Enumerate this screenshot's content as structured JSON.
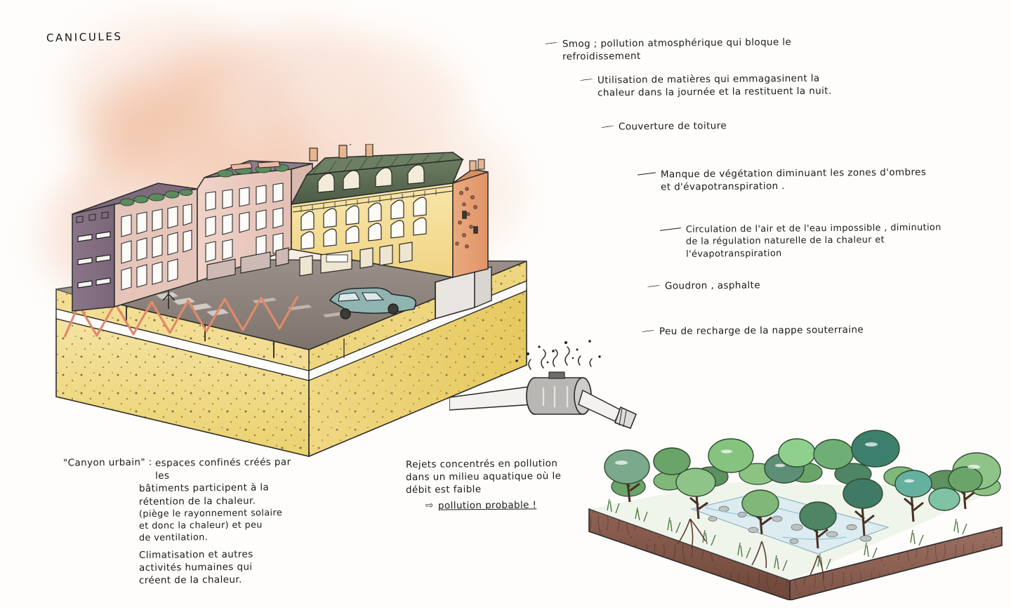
{
  "document": {
    "title": "CANICULES",
    "kind": "illustration-coupe-urbaine"
  },
  "palette": {
    "smog_light": "#f7ded2",
    "smog_mid": "#f3cbb4",
    "smog_warm": "#efbb9c",
    "soil_sand": "#f2dc8e",
    "soil_sand_dark": "#e8cd6e",
    "asphalt": "#8b8079",
    "asphalt_dark": "#6f6660",
    "building_purple": "#8d7a8c",
    "building_pink": "#e8c7bd",
    "building_yellow": "#f5dc94",
    "building_orange": "#e8a277",
    "roof_zinc": "#5d6f55",
    "heat_red": "#e08a6a",
    "forest_soil": "#8a6253",
    "tree_green_dark": "#4e7f63",
    "tree_green_mid": "#6fae74",
    "tree_green_light": "#9fd08a",
    "water_blue": "#cfe4ef",
    "ink": "#1a1a1a",
    "pipe_grey": "#9a9a98",
    "car_teal": "#7fa9a8"
  },
  "annotations_right": [
    {
      "id": "smog",
      "text": "Smog ; pollution atmosphérique qui bloque le refroidissement"
    },
    {
      "id": "materiaux",
      "text": "Utilisation de matières qui emmagasinent la\nchaleur dans la journée et la restituent la nuit."
    },
    {
      "id": "toiture",
      "text": "Couverture de toiture"
    },
    {
      "id": "vegetation",
      "text": "Manque de végétation diminuant les zones d'ombres\net d'évapotranspiration ."
    },
    {
      "id": "circulation",
      "text": "Circulation de l'air et de l'eau impossible , diminution\nde la régulation naturelle de la chaleur et l'évapotranspiration"
    },
    {
      "id": "goudron",
      "text": "Goudron , asphalte"
    },
    {
      "id": "nappe",
      "text": "Peu de recharge de la nappe souterraine"
    }
  ],
  "annotations_bottom": {
    "canyon": {
      "label": "\"Canyon urbain\" :",
      "body_line1": "espaces confinés créés par les",
      "body_line2": "bâtiments participent à la",
      "body_line3": "rétention de  la chaleur.",
      "body_line4": "(piège le rayonnement solaire",
      "body_line5": "et donc la chaleur) et peu",
      "body_line6": "de ventilation.",
      "body_line7": "Climatisation et autres",
      "body_line8": "activités humaines qui",
      "body_line9": "créent de la chaleur."
    },
    "rejets": {
      "line1": "Rejets concentrés en pollution",
      "line2": "dans un milieu aquatique où le",
      "line3": "débit est faible",
      "arrow": "⇨",
      "conclusion": "pollution probable !"
    }
  },
  "scene": {
    "urban_block": {
      "name": "bloc urbain en coupe",
      "layers": [
        "asphalte / voirie",
        "remblai sableux",
        "nappe souterraine",
        "sable profond"
      ],
      "features": [
        "canyon urbain",
        "zigzags de chaleur",
        "voiture",
        "passage piéton",
        "réseau enterré"
      ]
    },
    "buildings": [
      {
        "name": "immeuble moderne violet",
        "roof": "terrasse végétalisée"
      },
      {
        "name": "immeuble clair central",
        "roof": "terrasse végétalisée"
      },
      {
        "name": "immeuble haussmannien jaune",
        "roof": "zinc sombre"
      },
      {
        "name": "pignon orange aveugle",
        "roof": "cheminées"
      }
    ],
    "outfall": {
      "name": "exutoire / rejet",
      "detail": "canalisation grise fumante déversant dans la ripisylve"
    },
    "forest_block": {
      "name": "bloc de ripisylve",
      "features": [
        "arbres",
        "ruisseau caillouteux",
        "racines",
        "sol brun"
      ]
    }
  }
}
